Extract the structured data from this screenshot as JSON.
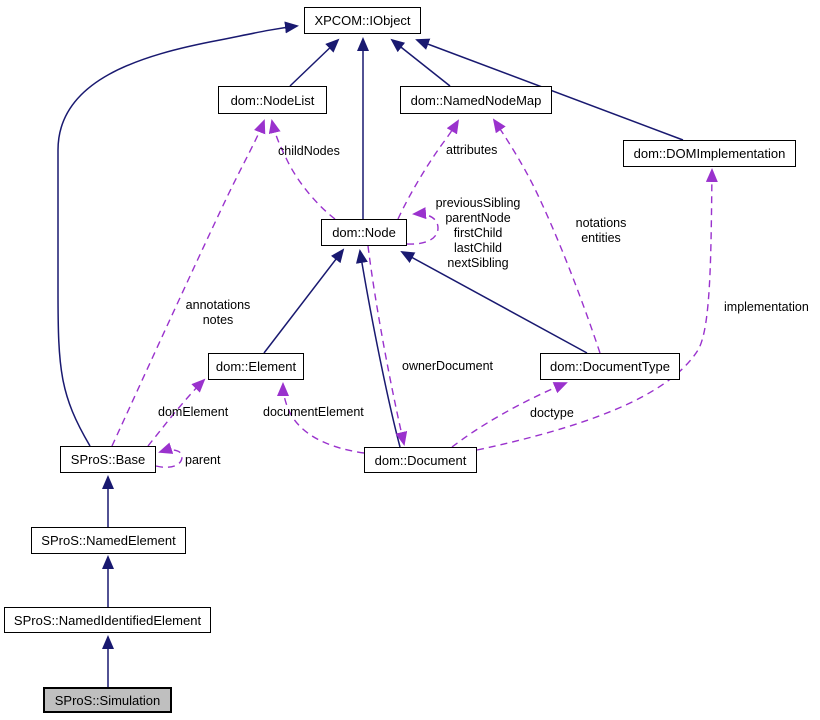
{
  "diagram": {
    "nodes": {
      "iobject": "XPCOM::IObject",
      "nodelist": "dom::NodeList",
      "namednodemap": "dom::NamedNodeMap",
      "domimplementation": "dom::DOMImplementation",
      "node": "dom::Node",
      "element": "dom::Element",
      "documenttype": "dom::DocumentType",
      "document": "dom::Document",
      "base": "SProS::Base",
      "namedelement": "SProS::NamedElement",
      "namedidentifiedelement": "SProS::NamedIdentifiedElement",
      "simulation": "SProS::Simulation"
    },
    "edge_labels": {
      "childnodes": "childNodes",
      "attributes": "attributes",
      "node_self": [
        "previousSibling",
        "parentNode",
        "firstChild",
        "lastChild",
        "nextSibling"
      ],
      "notations": [
        "notations",
        "entities"
      ],
      "implementation": "implementation",
      "annotations": [
        "annotations",
        "notes"
      ],
      "domelement": "domElement",
      "documentelement": "documentElement",
      "ownerdocument": "ownerDocument",
      "doctype": "doctype",
      "parent": "parent"
    },
    "colors": {
      "inheritance_edge": "#191970",
      "usage_edge": "#9a32cd",
      "node_fill": "#ffffff",
      "node_border": "#000000",
      "focus_node_fill": "#bfbfbf"
    }
  }
}
